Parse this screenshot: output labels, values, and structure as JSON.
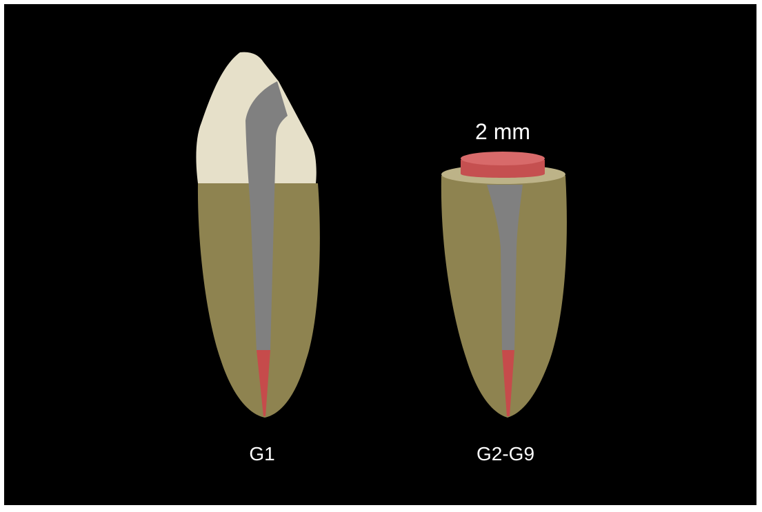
{
  "colors": {
    "background": "#000000",
    "enamel": "#e6e0c9",
    "root_dentin": "#8e8350",
    "root_canal_filling": "#808080",
    "apical_plug": "#c64b4b",
    "coronal_barrier": "#c55050",
    "coronal_barrier_top": "#d86a6a"
  },
  "teeth": [
    {
      "label": "G1"
    },
    {
      "label": "G2-G9",
      "barrier_label": "2 mm"
    }
  ]
}
